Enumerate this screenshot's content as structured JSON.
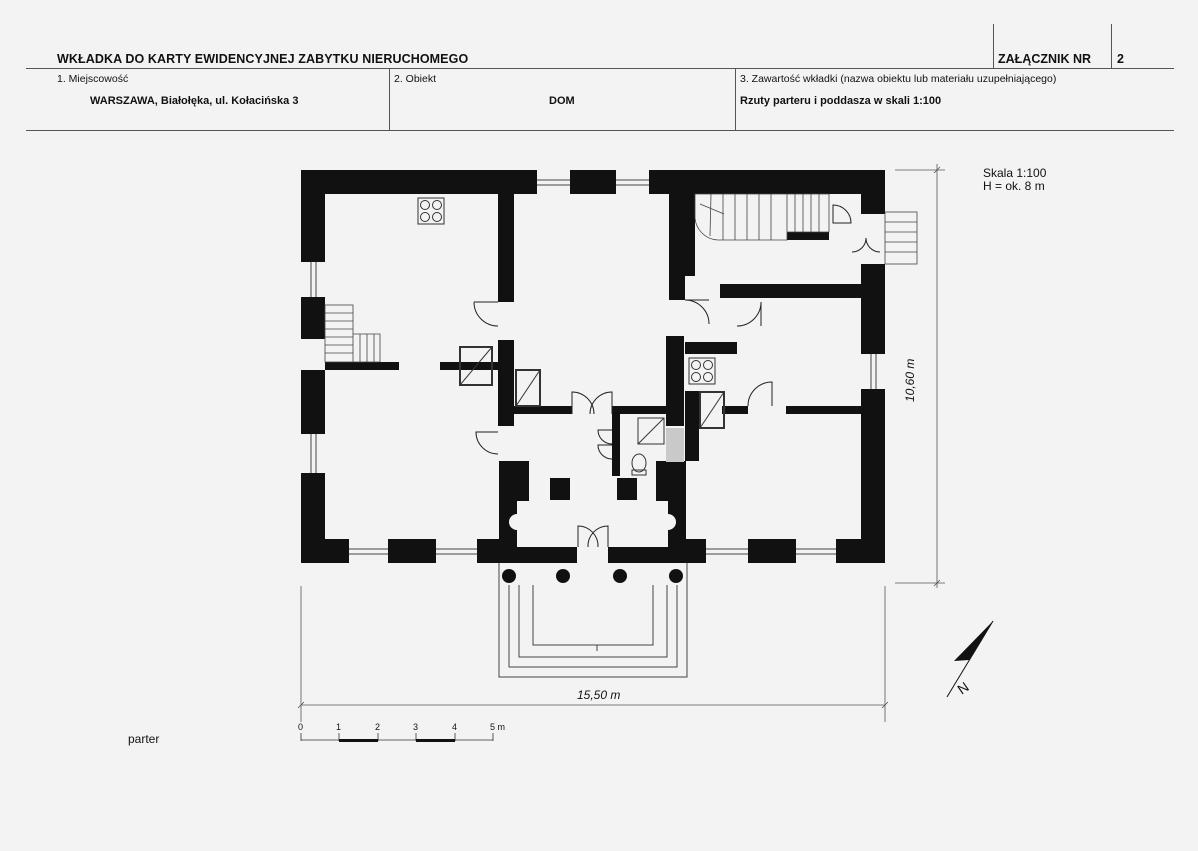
{
  "header": {
    "title": "WKŁADKA DO KARTY EWIDENCYJNEJ ZABYTKU NIERUCHOMEGO",
    "annex_label": "ZAŁĄCZNIK NR",
    "annex_number": "2"
  },
  "fields": [
    {
      "label": "1. Miejscowość",
      "value": "WARSZAWA, Białołęka, ul. Kołacińska 3"
    },
    {
      "label": "2. Obiekt",
      "value": "DOM"
    },
    {
      "label": "3. Zawartość wkładki (nazwa obiektu lub materiału uzupełniającego)",
      "value": "Rzuty parteru i poddasza w skali 1:100"
    }
  ],
  "plan": {
    "scale_line1": "Skala 1:100",
    "scale_line2": "H = ok. 8 m",
    "width_dimension": "15,50 m",
    "depth_dimension": "10,60 m",
    "north_label": "N",
    "level_label": "parter",
    "scale_bar_ticks": [
      "0",
      "1",
      "2",
      "3",
      "4",
      "5 m"
    ]
  }
}
